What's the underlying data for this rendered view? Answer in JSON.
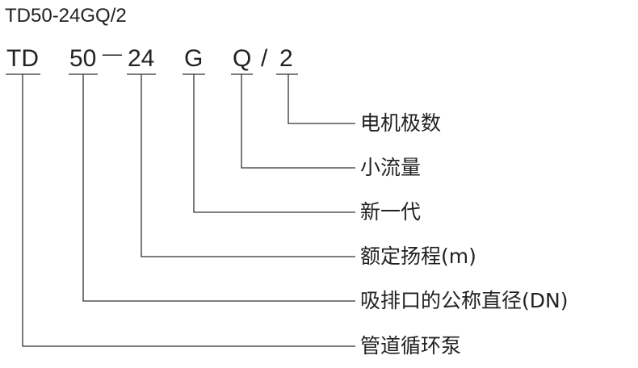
{
  "title": "TD50-24GQ/2",
  "code_parts": {
    "td": "TD",
    "dn": "50",
    "dash": "—",
    "head": "24",
    "g": "G",
    "q": "Q",
    "slash": "/",
    "poles": "2"
  },
  "labels": {
    "poles": "电机极数",
    "q": "小流量",
    "g": "新一代",
    "head": "额定扬程(m)",
    "dn": "吸排口的公称直径(DN)",
    "td": "管道循环泵"
  }
}
